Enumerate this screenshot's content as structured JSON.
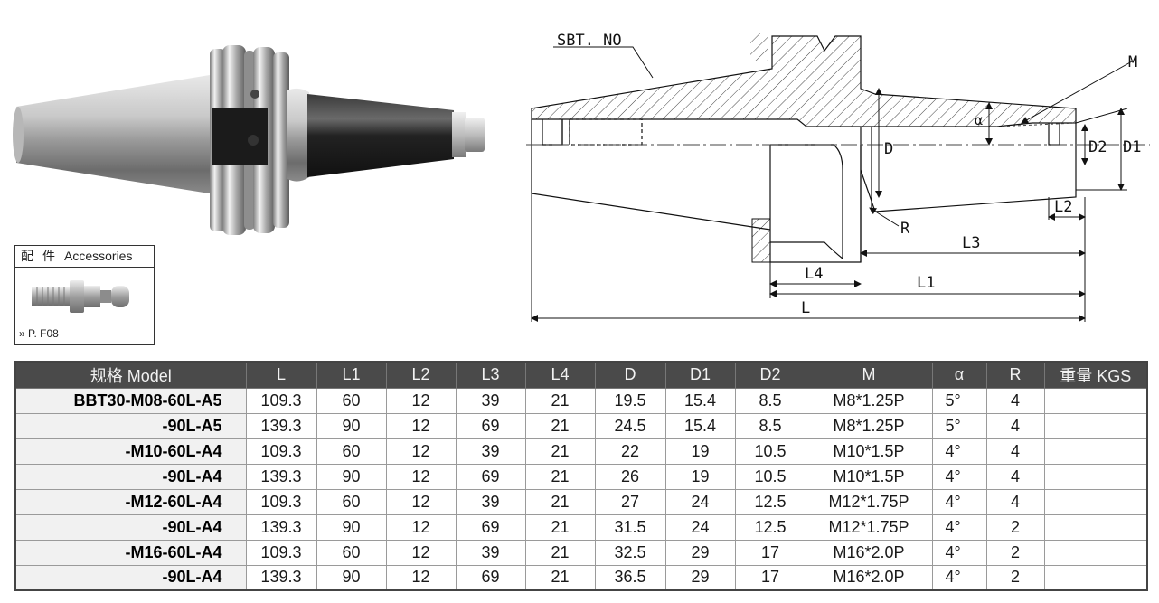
{
  "accessories": {
    "title_cn": "配件",
    "title_en": "Accessories",
    "ref": "» P. F08"
  },
  "drawing": {
    "labels": {
      "sbt": "SBT. NO",
      "m": "M",
      "alpha": "α",
      "d": "D",
      "d2": "D2",
      "d1": "D1",
      "r": "R",
      "l2": "L2",
      "l3": "L3",
      "l4": "L4",
      "l1": "L1",
      "l": "L"
    }
  },
  "table": {
    "headers": [
      "规格 Model",
      "L",
      "L1",
      "L2",
      "L3",
      "L4",
      "D",
      "D1",
      "D2",
      "M",
      "α",
      "R",
      "重量 KGS"
    ],
    "rows": [
      [
        "BBT30-M08-60L-A5",
        "109.3",
        "60",
        "12",
        "39",
        "21",
        "19.5",
        "15.4",
        "8.5",
        "M8*1.25P",
        "5°",
        "4",
        ""
      ],
      [
        "-90L-A5",
        "139.3",
        "90",
        "12",
        "69",
        "21",
        "24.5",
        "15.4",
        "8.5",
        "M8*1.25P",
        "5°",
        "4",
        ""
      ],
      [
        "-M10-60L-A4",
        "109.3",
        "60",
        "12",
        "39",
        "21",
        "22",
        "19",
        "10.5",
        "M10*1.5P",
        "4°",
        "4",
        ""
      ],
      [
        "-90L-A4",
        "139.3",
        "90",
        "12",
        "69",
        "21",
        "26",
        "19",
        "10.5",
        "M10*1.5P",
        "4°",
        "4",
        ""
      ],
      [
        "-M12-60L-A4",
        "109.3",
        "60",
        "12",
        "39",
        "21",
        "27",
        "24",
        "12.5",
        "M12*1.75P",
        "4°",
        "4",
        ""
      ],
      [
        "-90L-A4",
        "139.3",
        "90",
        "12",
        "69",
        "21",
        "31.5",
        "24",
        "12.5",
        "M12*1.75P",
        "4°",
        "2",
        ""
      ],
      [
        "-M16-60L-A4",
        "109.3",
        "60",
        "12",
        "39",
        "21",
        "32.5",
        "29",
        "17",
        "M16*2.0P",
        "4°",
        "2",
        ""
      ],
      [
        "-90L-A4",
        "139.3",
        "90",
        "12",
        "69",
        "21",
        "36.5",
        "29",
        "17",
        "M16*2.0P",
        "4°",
        "2",
        ""
      ]
    ]
  }
}
